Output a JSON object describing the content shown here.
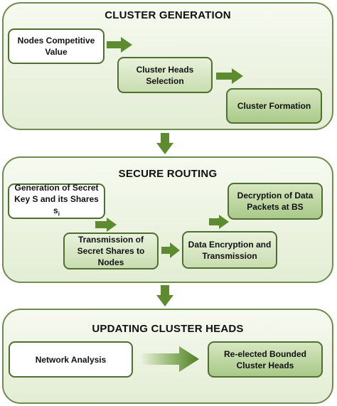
{
  "panels": {
    "cluster_generation": {
      "title": "CLUSTER GENERATION",
      "nodes": {
        "competitive_value": "Nodes Competitive Value",
        "heads_selection": "Cluster Heads Selection",
        "formation": "Cluster Formation"
      }
    },
    "secure_routing": {
      "title": "SECURE ROUTING",
      "nodes": {
        "secret_generation": "Generation of Secret Key S and its Shares s",
        "secret_generation_subscript": "i",
        "transmission_shares": "Transmission of Secret Shares to Nodes",
        "encryption": "Data Encryption and Transmission",
        "decryption": "Decryption of Data Packets at BS"
      }
    },
    "updating_heads": {
      "title": "UPDATING CLUSTER HEADS",
      "nodes": {
        "network_analysis": "Network Analysis",
        "reelected": "Re-elected Bounded Cluster Heads"
      }
    }
  },
  "colors": {
    "arrow": "#5e8a30",
    "border": "#4e6e32",
    "panel_fill": "#e3edd4"
  }
}
